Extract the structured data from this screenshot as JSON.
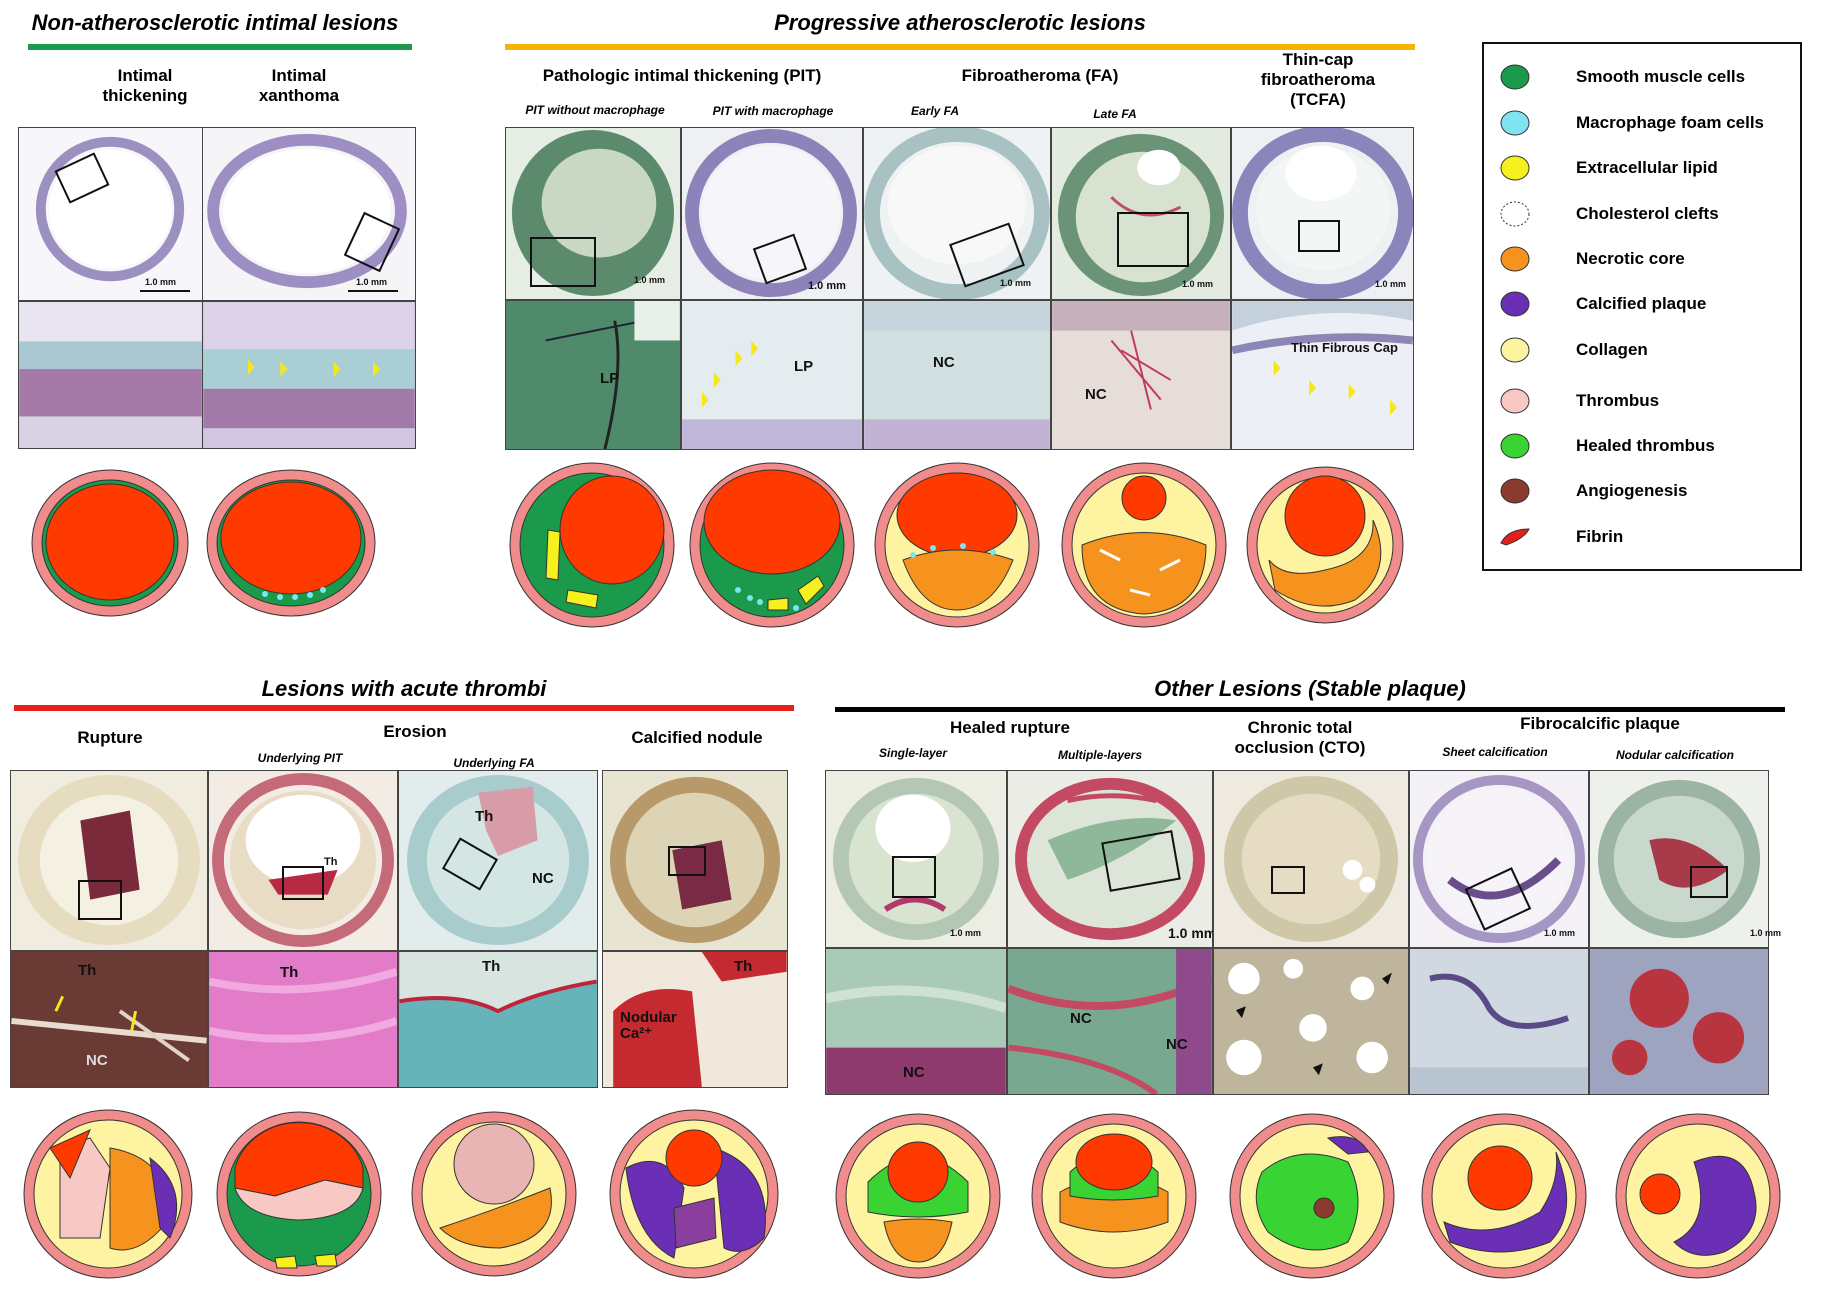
{
  "sections": {
    "non_athero": {
      "title": "Non-atherosclerotic intimal lesions",
      "color": "#1a9a4a"
    },
    "progressive": {
      "title": "Progressive atherosclerotic lesions",
      "color": "#f5b400"
    },
    "acute": {
      "title": "Lesions with acute thrombi",
      "color": "#e8201a"
    },
    "other": {
      "title": "Other Lesions (Stable plaque)",
      "color": "#000000"
    }
  },
  "columns": {
    "intimal_thickening": "Intimal\nthickening",
    "intimal_xanthoma": "Intimal\nxanthoma",
    "pit": "Pathologic intimal thickening (PIT)",
    "pit_without": "PIT without macrophage",
    "pit_with": "PIT with macrophage",
    "fa": "Fibroatheroma (FA)",
    "early_fa": "Early FA",
    "late_fa": "Late FA",
    "tcfa": "Thin-cap\nfibroatheroma\n(TCFA)",
    "rupture": "Rupture",
    "erosion": "Erosion",
    "underlying_pit": "Underlying PIT",
    "underlying_fa": "Underlying FA",
    "calcified_nodule": "Calcified nodule",
    "healed_rupture": "Healed rupture",
    "single_layer": "Single-layer",
    "multiple_layers": "Multiple-layers",
    "cto": "Chronic total\nocclusion (CTO)",
    "fibrocalcific": "Fibrocalcific plaque",
    "sheet_calc": "Sheet calcification",
    "nodular_calc": "Nodular calcification"
  },
  "micro_labels": {
    "lp": "LP",
    "nc": "NC",
    "th": "Th",
    "thin_cap": "Thin Fibrous Cap",
    "nodular_ca": "Nodular\nCa²⁺",
    "scale_1mm": "1.0 mm"
  },
  "legend": {
    "items": [
      {
        "label": "Smooth muscle cells",
        "color": "#1a9a4a",
        "shape": "circle"
      },
      {
        "label": "Macrophage foam cells",
        "color": "#7fe4f0",
        "shape": "circle"
      },
      {
        "label": "Extracellular lipid",
        "color": "#f5f01e",
        "shape": "circle"
      },
      {
        "label": "Cholesterol clefts",
        "color": "#ffffff",
        "shape": "circle-dashed"
      },
      {
        "label": "Necrotic core",
        "color": "#f5931e",
        "shape": "circle"
      },
      {
        "label": "Calcified plaque",
        "color": "#6b2fb5",
        "shape": "circle"
      },
      {
        "label": "Collagen",
        "color": "#fdf3a0",
        "shape": "circle"
      },
      {
        "label": "Thrombus",
        "color": "#f7c8c4",
        "shape": "circle"
      },
      {
        "label": "Healed thrombus",
        "color": "#39d334",
        "shape": "circle"
      },
      {
        "label": "Angiogenesis",
        "color": "#8b3a2e",
        "shape": "circle"
      },
      {
        "label": "Fibrin",
        "color": "#e2201c",
        "shape": "fibrin"
      }
    ]
  }
}
